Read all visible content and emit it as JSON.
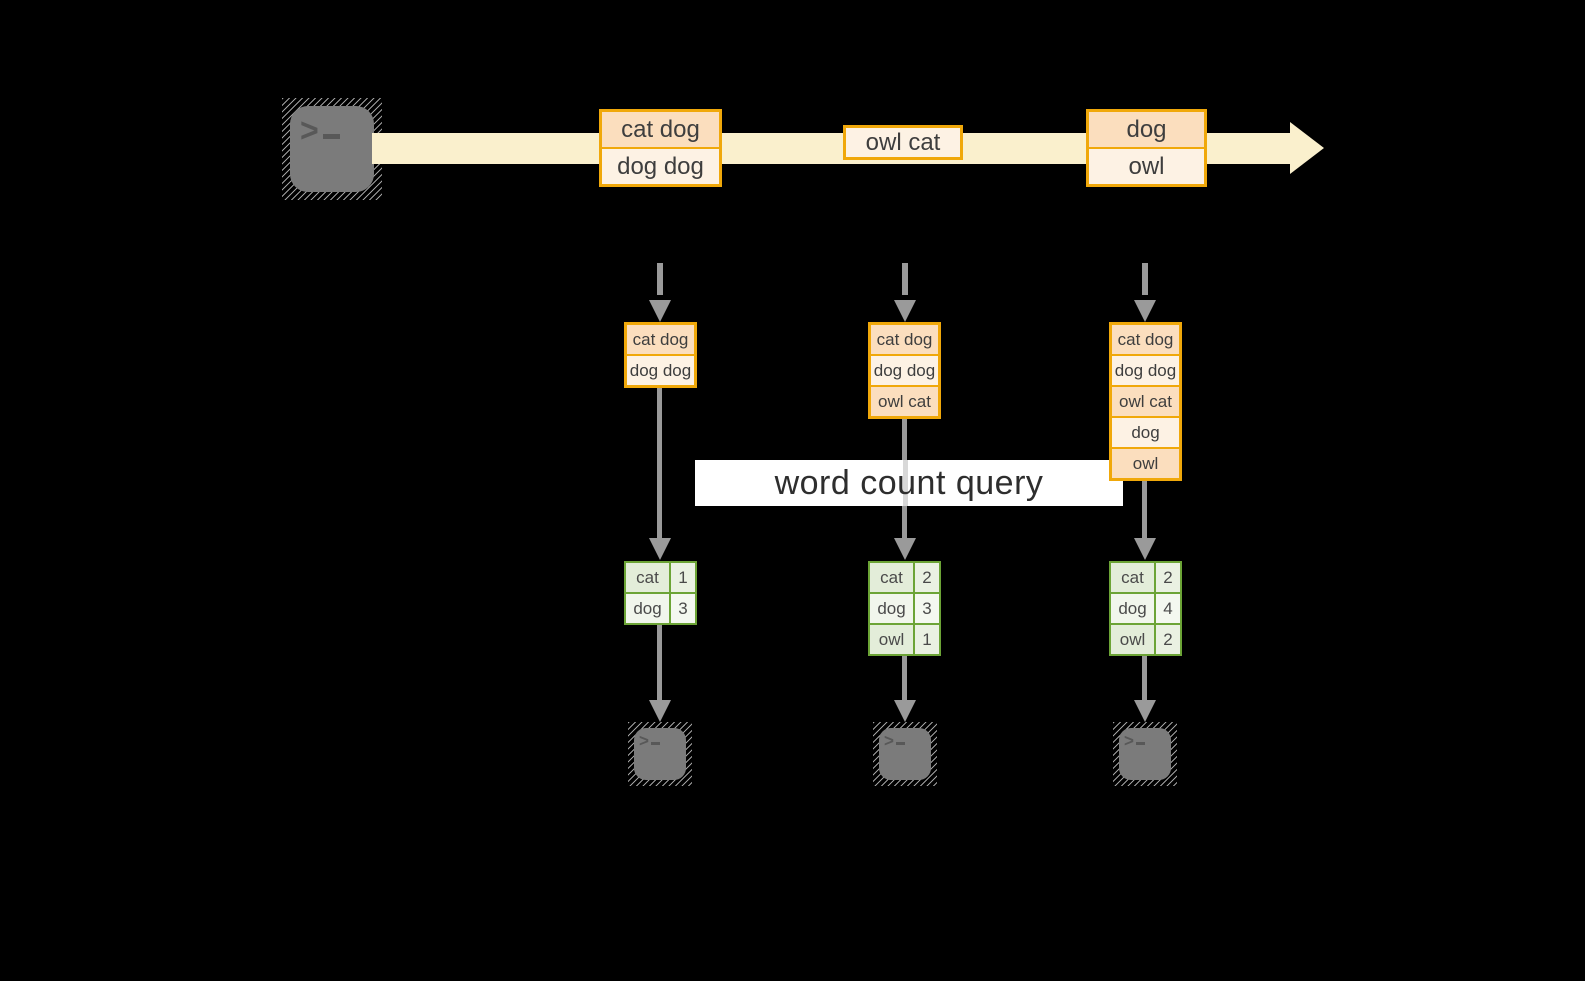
{
  "query": {
    "label": "word count query"
  },
  "stream": {
    "messages": [
      {
        "lines": [
          "cat dog",
          "dog dog"
        ]
      },
      {
        "lines": [
          "owl cat"
        ]
      },
      {
        "lines": [
          "dog",
          "owl"
        ]
      }
    ]
  },
  "states": [
    {
      "lines": [
        "cat dog",
        "dog dog"
      ]
    },
    {
      "lines": [
        "cat dog",
        "dog dog",
        "owl cat"
      ]
    },
    {
      "lines": [
        "cat dog",
        "dog dog",
        "owl cat",
        "dog",
        "owl"
      ]
    }
  ],
  "chart_data": {
    "type": "table",
    "title": "word count query",
    "tables": [
      {
        "rows": [
          {
            "word": "cat",
            "count": 1
          },
          {
            "word": "dog",
            "count": 3
          }
        ]
      },
      {
        "rows": [
          {
            "word": "cat",
            "count": 2
          },
          {
            "word": "dog",
            "count": 3
          },
          {
            "word": "owl",
            "count": 1
          }
        ]
      },
      {
        "rows": [
          {
            "word": "cat",
            "count": 2
          },
          {
            "word": "dog",
            "count": 4
          },
          {
            "word": "owl",
            "count": 2
          }
        ]
      }
    ]
  },
  "icons": {
    "terminal_prompt": ">"
  },
  "colors": {
    "background": "#000000",
    "stream_band": "#FAF0CD",
    "box_border": "#F0A80A",
    "box_peach": "#FBDEBE",
    "box_cream": "#FDF2E4",
    "table_border": "#6CA436",
    "table_cell_sage": "#E3EDD9",
    "table_cell_light": "#F1F6EC",
    "arrow_gray": "#9A9A9A",
    "terminal_gray": "#7B7B7B",
    "query_bg": "#FFFFFF"
  }
}
